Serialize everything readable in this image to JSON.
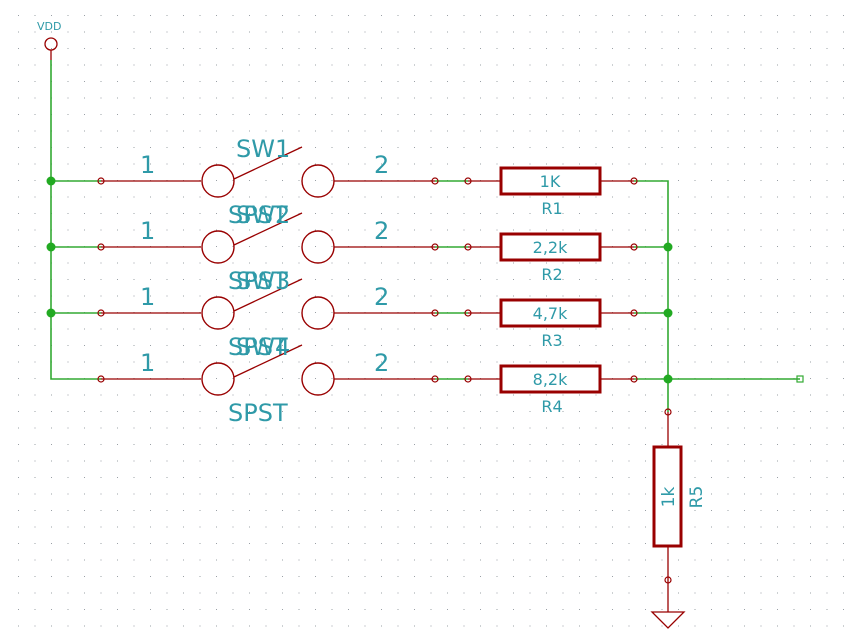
{
  "power": {
    "label": "VDD"
  },
  "switches": [
    {
      "ref": "SW1",
      "value": "SPST",
      "pin1": "1",
      "pin2": "2"
    },
    {
      "ref": "SW2",
      "value": "SPST",
      "pin1": "1",
      "pin2": "2"
    },
    {
      "ref": "SW3",
      "value": "SPST",
      "pin1": "1",
      "pin2": "2"
    },
    {
      "ref": "SW4",
      "value": "SPST",
      "pin1": "1",
      "pin2": "2"
    }
  ],
  "resistors": [
    {
      "ref": "R1",
      "value": "1K"
    },
    {
      "ref": "R2",
      "value": "2,2k"
    },
    {
      "ref": "R3",
      "value": "4,7k"
    },
    {
      "ref": "R4",
      "value": "8,2k"
    },
    {
      "ref": "R5",
      "value": "1k"
    }
  ],
  "colors": {
    "wire": "#33aa33",
    "component": "#990000",
    "text": "#2f9aa8",
    "grid": "#9aa0a6"
  }
}
